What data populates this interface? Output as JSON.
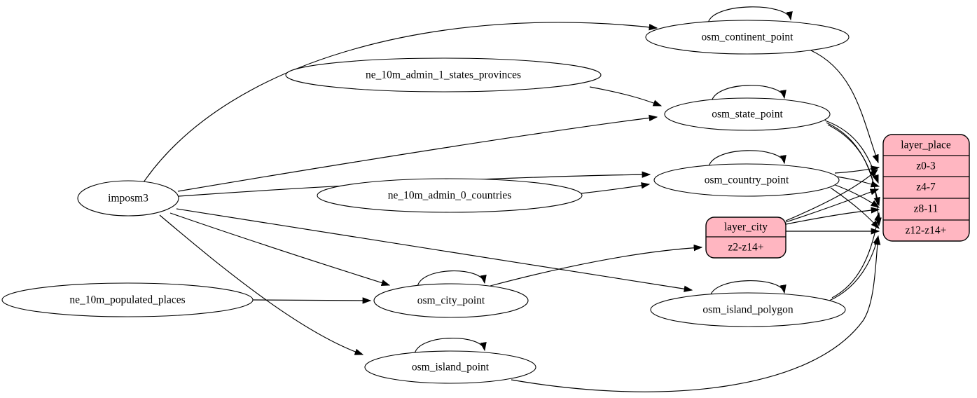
{
  "diagram": {
    "kind": "dependency-graph",
    "background_color": "#ffffff",
    "colors": {
      "layer_node_fill": "#ffb6c1",
      "node_stroke": "#000000",
      "edge_color": "#000000",
      "text_color": "#000000"
    },
    "nodes": {
      "imposm3": {
        "label": "imposm3",
        "shape": "ellipse"
      },
      "ne_10m_admin_1_states_provinces": {
        "label": "ne_10m_admin_1_states_provinces",
        "shape": "ellipse"
      },
      "ne_10m_admin_0_countries": {
        "label": "ne_10m_admin_0_countries",
        "shape": "ellipse"
      },
      "ne_10m_populated_places": {
        "label": "ne_10m_populated_places",
        "shape": "ellipse"
      },
      "osm_continent_point": {
        "label": "osm_continent_point",
        "shape": "ellipse",
        "self_loop": true
      },
      "osm_state_point": {
        "label": "osm_state_point",
        "shape": "ellipse",
        "self_loop": true
      },
      "osm_country_point": {
        "label": "osm_country_point",
        "shape": "ellipse",
        "self_loop": true
      },
      "osm_city_point": {
        "label": "osm_city_point",
        "shape": "ellipse",
        "self_loop": true
      },
      "osm_island_polygon": {
        "label": "osm_island_polygon",
        "shape": "ellipse",
        "self_loop": true
      },
      "osm_island_point": {
        "label": "osm_island_point",
        "shape": "ellipse",
        "self_loop": true
      }
    },
    "layers": {
      "layer_city": {
        "title": "layer_city",
        "rows": [
          "z2-z14+"
        ]
      },
      "layer_place": {
        "title": "layer_place",
        "rows": [
          "z0-3",
          "z4-7",
          "z8-11",
          "z12-z14+"
        ]
      }
    },
    "edges": [
      {
        "from": "imposm3",
        "to": "osm_continent_point"
      },
      {
        "from": "imposm3",
        "to": "osm_state_point"
      },
      {
        "from": "imposm3",
        "to": "osm_country_point"
      },
      {
        "from": "imposm3",
        "to": "osm_city_point"
      },
      {
        "from": "imposm3",
        "to": "osm_island_polygon"
      },
      {
        "from": "imposm3",
        "to": "osm_island_point"
      },
      {
        "from": "ne_10m_admin_1_states_provinces",
        "to": "osm_state_point"
      },
      {
        "from": "ne_10m_admin_0_countries",
        "to": "osm_country_point"
      },
      {
        "from": "ne_10m_populated_places",
        "to": "osm_city_point"
      },
      {
        "from": "osm_continent_point",
        "to": "osm_continent_point"
      },
      {
        "from": "osm_state_point",
        "to": "osm_state_point"
      },
      {
        "from": "osm_country_point",
        "to": "osm_country_point"
      },
      {
        "from": "osm_city_point",
        "to": "osm_city_point"
      },
      {
        "from": "osm_island_polygon",
        "to": "osm_island_polygon"
      },
      {
        "from": "osm_island_point",
        "to": "osm_island_point"
      },
      {
        "from": "osm_city_point",
        "to": "layer_city",
        "to_row": "z2-z14+"
      },
      {
        "from": "osm_continent_point",
        "to": "layer_place",
        "to_row": "z0-3"
      },
      {
        "from": "osm_country_point",
        "to": "layer_place",
        "to_row": "z0-3"
      },
      {
        "from": "layer_city",
        "to": "layer_place",
        "to_row": "z0-3"
      },
      {
        "from": "osm_state_point",
        "to": "layer_place",
        "to_row": "z4-7"
      },
      {
        "from": "osm_country_point",
        "to": "layer_place",
        "to_row": "z4-7"
      },
      {
        "from": "layer_city",
        "to": "layer_place",
        "to_row": "z4-7"
      },
      {
        "from": "osm_state_point",
        "to": "layer_place",
        "to_row": "z8-11"
      },
      {
        "from": "osm_country_point",
        "to": "layer_place",
        "to_row": "z8-11"
      },
      {
        "from": "layer_city",
        "to": "layer_place",
        "to_row": "z8-11"
      },
      {
        "from": "osm_island_polygon",
        "to": "layer_place",
        "to_row": "z8-11"
      },
      {
        "from": "osm_state_point",
        "to": "layer_place",
        "to_row": "z12-z14+"
      },
      {
        "from": "osm_country_point",
        "to": "layer_place",
        "to_row": "z12-z14+"
      },
      {
        "from": "layer_city",
        "to": "layer_place",
        "to_row": "z12-z14+"
      },
      {
        "from": "osm_island_polygon",
        "to": "layer_place",
        "to_row": "z12-z14+"
      },
      {
        "from": "osm_island_point",
        "to": "layer_place",
        "to_row": "z12-z14+"
      }
    ]
  }
}
